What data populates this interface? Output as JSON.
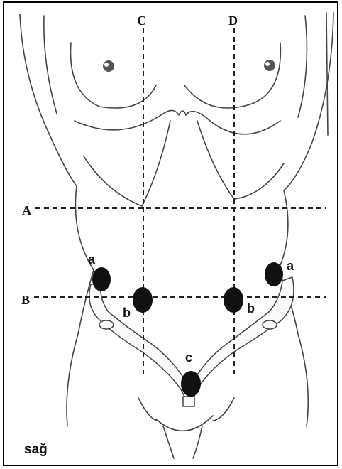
{
  "guide_lines": {
    "horizontal": [
      "A",
      "B"
    ],
    "vertical": [
      "C",
      "D"
    ]
  },
  "port_labels": {
    "a_left": "a",
    "a_right": "a",
    "b_left": "b",
    "b_right": "b",
    "c": "c"
  },
  "side_label": "sağ",
  "colors": {
    "port": "#111111",
    "lines": "#222222",
    "frame": "#000000",
    "sketch": "#444444"
  }
}
